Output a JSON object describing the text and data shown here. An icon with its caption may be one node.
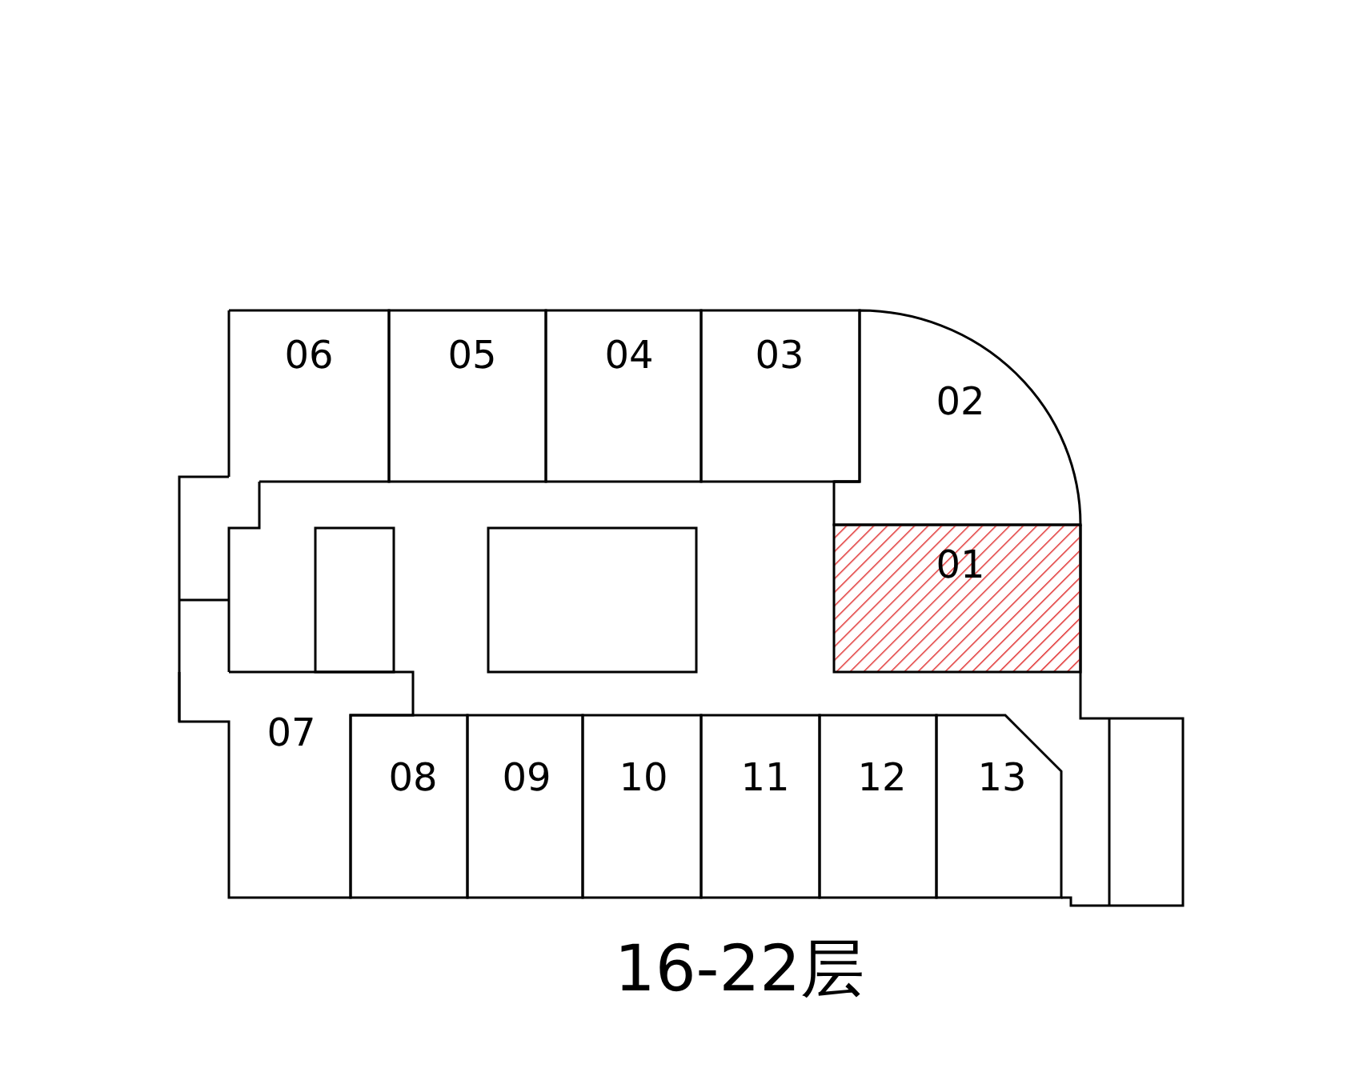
{
  "diagram": {
    "title": "16-22层",
    "nodes": [
      {
        "text": [
          "06"
        ]
      },
      {
        "text": [
          "05"
        ]
      },
      {
        "text": [
          "04"
        ]
      },
      {
        "text": [
          "03"
        ]
      },
      {
        "text": [
          "02"
        ]
      },
      {
        "text": [
          "01"
        ]
      },
      {
        "text": [
          "07"
        ]
      },
      {
        "text": [
          "08"
        ]
      },
      {
        "text": [
          "09"
        ]
      },
      {
        "text": [
          "10"
        ]
      },
      {
        "text": [
          "11"
        ]
      },
      {
        "text": [
          "12"
        ]
      },
      {
        "text": [
          "13"
        ]
      }
    ],
    "edges": []
  }
}
